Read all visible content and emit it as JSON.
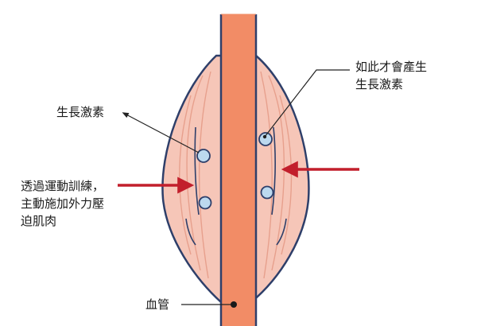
{
  "labels": {
    "growth_hormone_left": "生長激素",
    "exercise_pressure": "透過運動訓練，\n主動施加外力壓\n迫肌肉",
    "produce_hormone": "如此才會產生\n生長激素",
    "blood_vessel": "血管"
  },
  "colors": {
    "muscle_fill": "#f6c6b8",
    "muscle_outline": "#2e3f6a",
    "vessel_fill": "#f28c66",
    "vessel_outline": "#2e3f6a",
    "node_fill": "#bcd9ef",
    "arrow_red": "#c21f2c",
    "leader_line": "#222222"
  },
  "icons": {
    "hormone_node": "circle",
    "force_arrow": "arrow-right"
  }
}
